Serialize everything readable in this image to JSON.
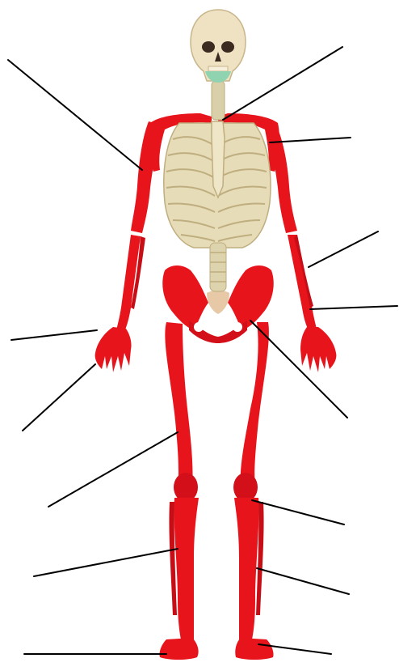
{
  "diagram": {
    "kind": "labeled-skeleton",
    "colors": {
      "background": "#ffffff",
      "appendicular_bone": "#e8141c",
      "appendicular_bone_shade": "#b80c12",
      "axial_bone": "#e7dcb8",
      "axial_bone_shade": "#bfae7f",
      "skull": "#efe2c2",
      "skull_shade": "#c9b58a",
      "hyoid": "#8fd3b0",
      "leader_line": "#000000"
    },
    "leader_lines": [
      {
        "id": "upper-left-humerus"
      },
      {
        "id": "sternum-upper-right"
      },
      {
        "id": "shoulder-right"
      },
      {
        "id": "forearm-right-upper"
      },
      {
        "id": "wrist-right"
      },
      {
        "id": "hand-left-upper"
      },
      {
        "id": "hand-left-lower"
      },
      {
        "id": "pelvis-right"
      },
      {
        "id": "femur-left"
      },
      {
        "id": "knee-right"
      },
      {
        "id": "shin-left"
      },
      {
        "id": "shin-right"
      },
      {
        "id": "foot-left"
      },
      {
        "id": "foot-right"
      }
    ]
  }
}
